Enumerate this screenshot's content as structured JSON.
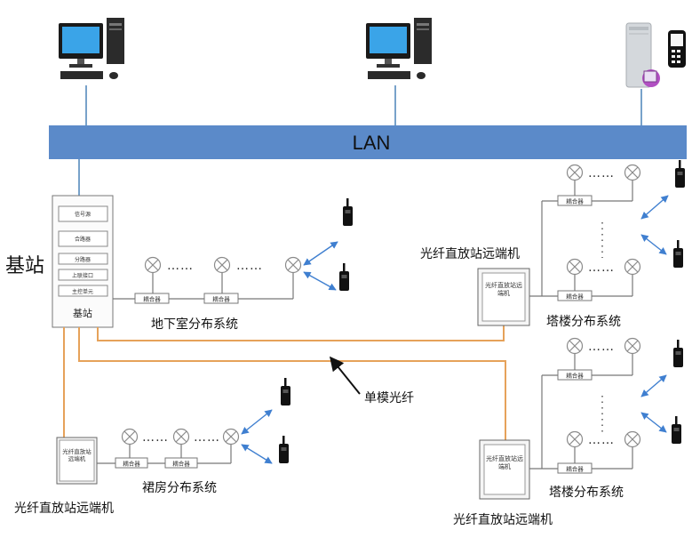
{
  "lan_label": "LAN",
  "base_station": {
    "title": "基站",
    "inner_label": "基站",
    "modules": [
      "信号源",
      "合路器",
      "分路器",
      "上联接口",
      "主控单元"
    ]
  },
  "fiber_label": "单模光纤",
  "coupler_label": "耦合器",
  "remote_unit": {
    "caption": "光纤直放站远端机",
    "inner_text": "光纤直放站远端机"
  },
  "systems": {
    "basement": "地下室分布系统",
    "podium": "裙房分布系统",
    "tower": "塔楼分布系统"
  },
  "dots": "……"
}
